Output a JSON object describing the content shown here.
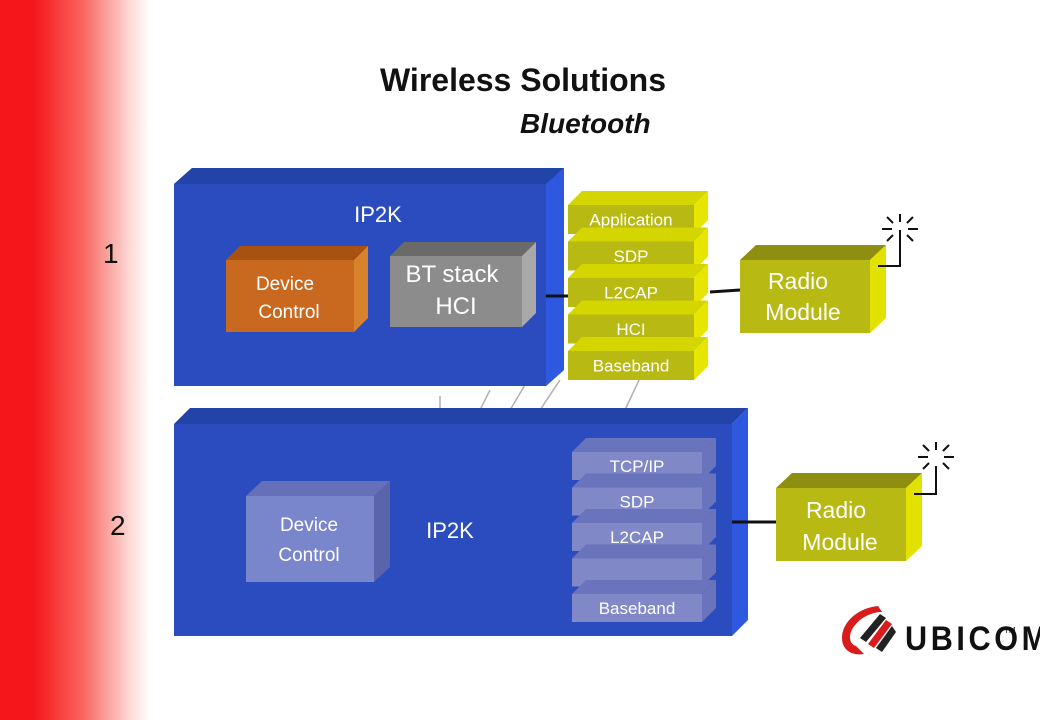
{
  "title": "Wireless Solutions",
  "subtitle": "Bluetooth",
  "colors": {
    "stripe_red": "#f4161a",
    "ip2k_blue": "#2a4cbf",
    "stack_yellow": "#b9b914",
    "device_orange": "#c8691f",
    "device_lavender": "#7a86cc",
    "bt_gray": "#8c8c8c",
    "stack_lavender": "#8088c8"
  },
  "config1": {
    "number": "1",
    "chip_label": "IP2K",
    "device_control": [
      "Device",
      "Control"
    ],
    "bt_stack": [
      "BT stack",
      "HCI"
    ],
    "stack_layers": [
      "Application",
      "SDP",
      "L2CAP",
      "HCI",
      "Baseband"
    ],
    "radio_module": [
      "Radio",
      "Module"
    ]
  },
  "config2": {
    "number": "2",
    "chip_label": "IP2K",
    "device_control": [
      "Device",
      "Control"
    ],
    "stack_layers": [
      "TCP/IP",
      "SDP",
      "L2CAP",
      "",
      "Baseband"
    ],
    "radio_module": [
      "Radio",
      "Module"
    ]
  },
  "logo": {
    "text": "UBICOM",
    "trademark": "TM",
    "icon": "ubicom-swoosh-icon"
  }
}
